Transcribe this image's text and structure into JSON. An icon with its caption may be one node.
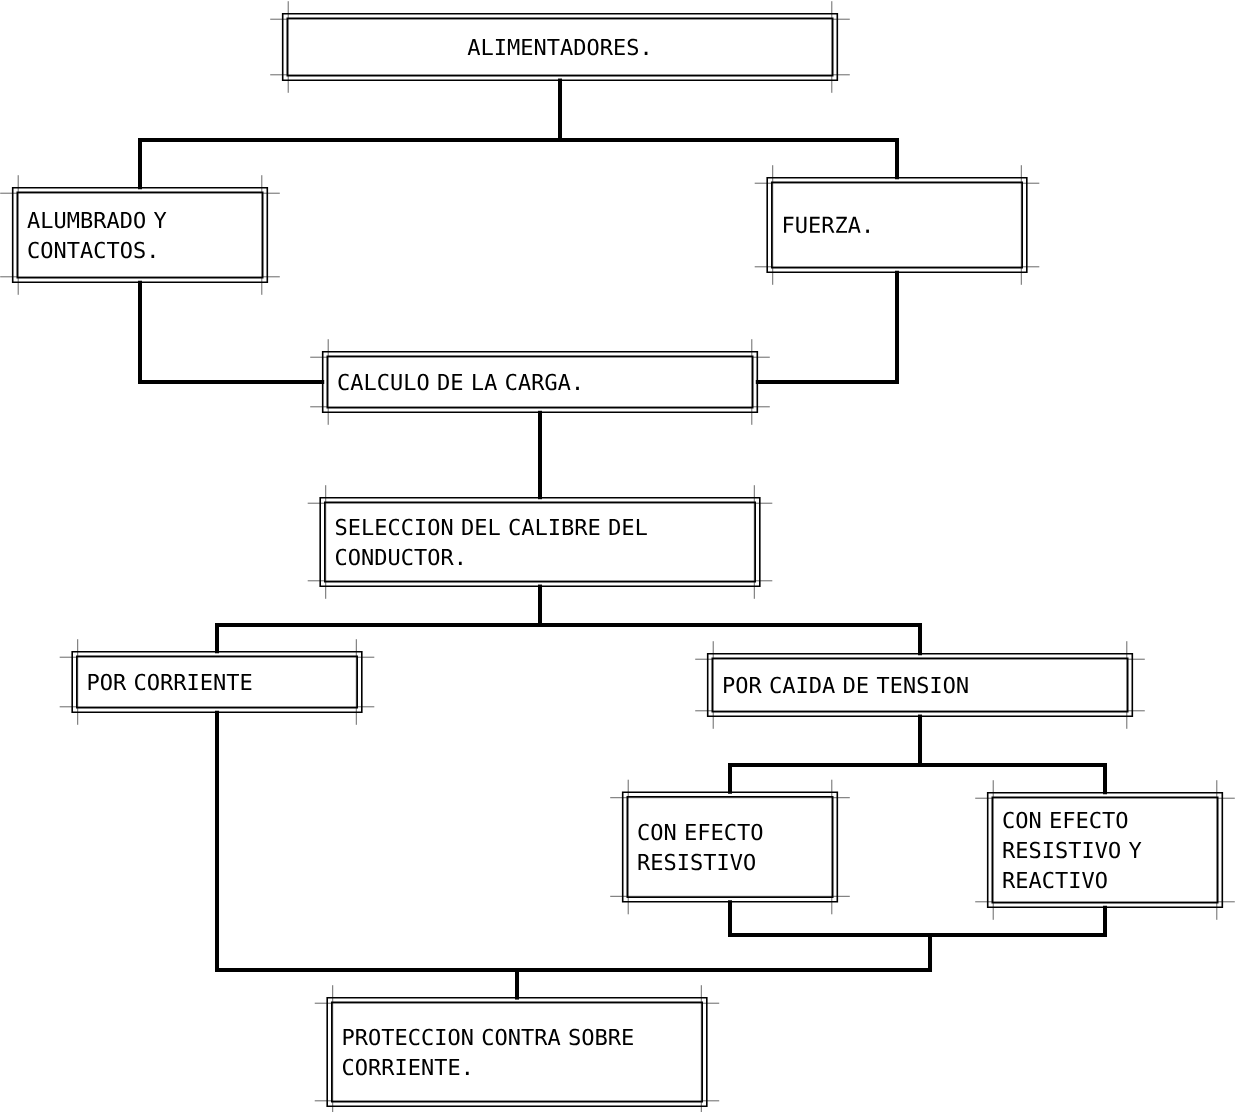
{
  "diagram": {
    "nodes": [
      {
        "text": [
          "ALIMENTADORES."
        ]
      },
      {
        "text": [
          "ALUMBRADO Y CONTACTOS."
        ]
      },
      {
        "text": [
          "FUERZA."
        ]
      },
      {
        "text": [
          "CALCULO DE LA CARGA."
        ]
      },
      {
        "text": [
          "SELECCION DEL CALIBRE DEL CONDUCTOR."
        ]
      },
      {
        "text": [
          "POR CORRIENTE"
        ]
      },
      {
        "text": [
          "POR CAIDA DE TENSION"
        ]
      },
      {
        "text": [
          "CON EFECTO RESISTIVO"
        ]
      },
      {
        "text": [
          "CON EFECTO RESISTIVO Y REACTIVO"
        ]
      },
      {
        "text": [
          "PROTECCION CONTRA SOBRE CORRIENTE."
        ]
      }
    ],
    "edges": [
      {
        "from": 0,
        "to": 1,
        "arrow": "none"
      },
      {
        "from": 0,
        "to": 2,
        "arrow": "none"
      },
      {
        "from": 1,
        "to": 3,
        "arrow": "none"
      },
      {
        "from": 2,
        "to": 3,
        "arrow": "none"
      },
      {
        "from": 3,
        "to": 4,
        "arrow": "none"
      },
      {
        "from": 4,
        "to": 5,
        "arrow": "none"
      },
      {
        "from": 4,
        "to": 6,
        "arrow": "none"
      },
      {
        "from": 6,
        "to": 7,
        "arrow": "none"
      },
      {
        "from": 6,
        "to": 8,
        "arrow": "none"
      },
      {
        "from": 5,
        "to": 9,
        "arrow": "none"
      },
      {
        "from": 7,
        "to": 9,
        "arrow": "none"
      },
      {
        "from": 8,
        "to": 9,
        "arrow": "none"
      }
    ]
  }
}
